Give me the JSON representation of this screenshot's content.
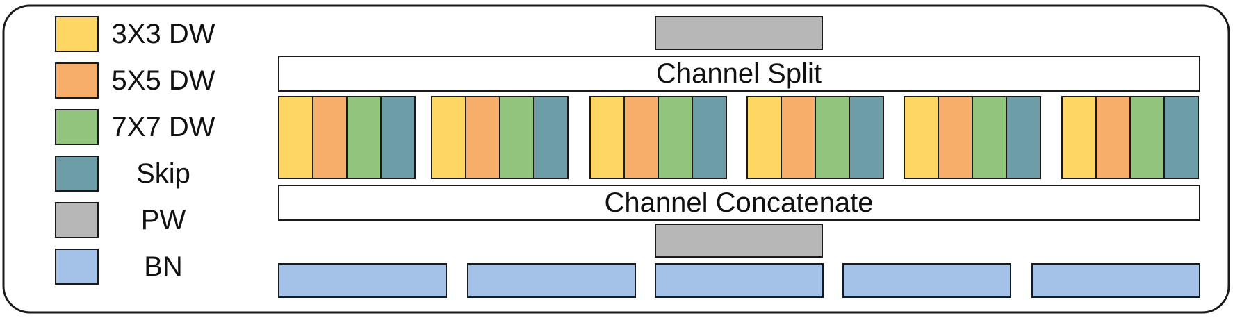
{
  "legend": [
    {
      "key": "dw3",
      "label": "3X3 DW",
      "color": "#FDD663"
    },
    {
      "key": "dw5",
      "label": "5X5 DW",
      "color": "#F6AE6A"
    },
    {
      "key": "dw7",
      "label": "7X7 DW",
      "color": "#93C47D"
    },
    {
      "key": "skip",
      "label": "Skip",
      "color": "#6D9EA8"
    },
    {
      "key": "pw",
      "label": "PW",
      "color": "#B7B7B7"
    },
    {
      "key": "bn",
      "label": "BN",
      "color": "#A4C2E8"
    }
  ],
  "diagram": {
    "split_label": "Channel Split",
    "concat_label": "Channel Concatenate",
    "branch_count": 6,
    "branch_pattern": [
      "dw3",
      "dw5",
      "dw7",
      "skip"
    ],
    "bn_count": 5
  }
}
